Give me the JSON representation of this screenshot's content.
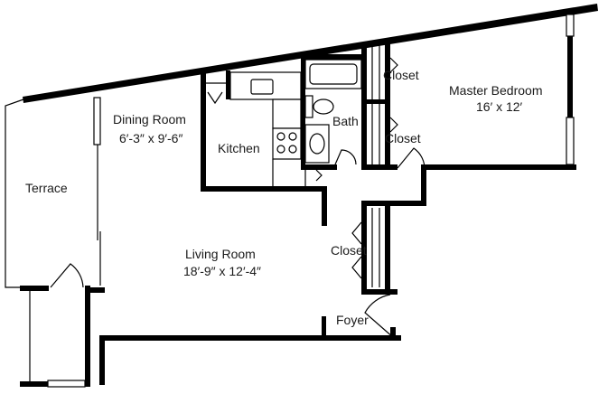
{
  "rooms": {
    "dining": {
      "name": "Dining Room",
      "size": "6′-3″ x 9′-6″"
    },
    "kitchen": {
      "name": "Kitchen"
    },
    "bath": {
      "name": "Bath"
    },
    "master": {
      "name": "Master Bedroom",
      "size": "16′ x 12′"
    },
    "terrace": {
      "name": "Terrace"
    },
    "living": {
      "name": "Living Room",
      "size": "18′-9″ x 12′-4″"
    },
    "closet_top": {
      "name": "Closet"
    },
    "closet_mid": {
      "name": "Closet"
    },
    "closet_hall": {
      "name": "Closet"
    },
    "foyer": {
      "name": "Foyer"
    }
  }
}
